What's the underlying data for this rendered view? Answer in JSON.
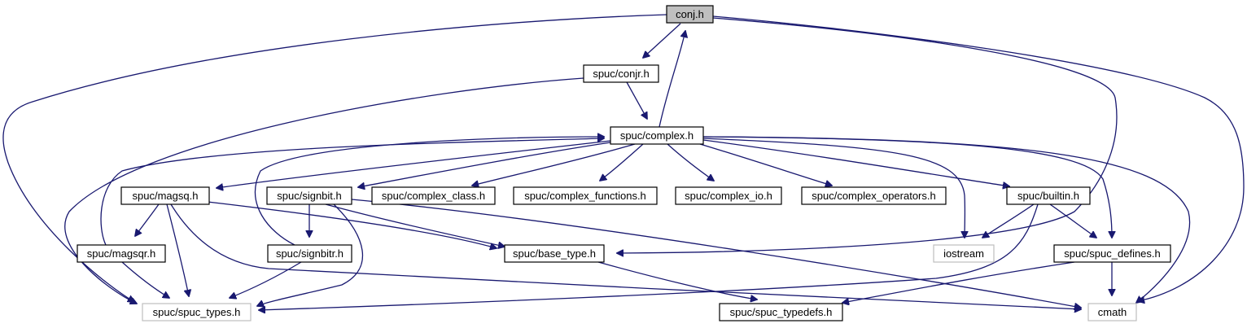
{
  "diagram": {
    "colors": {
      "edge": "#191970",
      "root_fill": "#bfbfbf",
      "node_border": "#000000",
      "external_border": "#bfbfbf",
      "background": "#ffffff"
    },
    "nodes": [
      {
        "id": "conj",
        "label": "conj.h",
        "kind": "root"
      },
      {
        "id": "conjr",
        "label": "spuc/conjr.h",
        "kind": "internal"
      },
      {
        "id": "complex",
        "label": "spuc/complex.h",
        "kind": "internal"
      },
      {
        "id": "magsq",
        "label": "spuc/magsq.h",
        "kind": "internal"
      },
      {
        "id": "signbit",
        "label": "spuc/signbit.h",
        "kind": "internal"
      },
      {
        "id": "complex_class",
        "label": "spuc/complex_class.h",
        "kind": "internal"
      },
      {
        "id": "complex_functions",
        "label": "spuc/complex_functions.h",
        "kind": "internal"
      },
      {
        "id": "complex_io",
        "label": "spuc/complex_io.h",
        "kind": "internal"
      },
      {
        "id": "complex_operators",
        "label": "spuc/complex_operators.h",
        "kind": "internal"
      },
      {
        "id": "builtin",
        "label": "spuc/builtin.h",
        "kind": "internal"
      },
      {
        "id": "magsqr",
        "label": "spuc/magsqr.h",
        "kind": "internal"
      },
      {
        "id": "signbitr",
        "label": "spuc/signbitr.h",
        "kind": "internal"
      },
      {
        "id": "base_type",
        "label": "spuc/base_type.h",
        "kind": "internal"
      },
      {
        "id": "iostream",
        "label": "iostream",
        "kind": "external"
      },
      {
        "id": "spuc_defines",
        "label": "spuc/spuc_defines.h",
        "kind": "internal"
      },
      {
        "id": "spuc_types",
        "label": "spuc/spuc_types.h",
        "kind": "external"
      },
      {
        "id": "spuc_typedefs",
        "label": "spuc/spuc_typedefs.h",
        "kind": "internal"
      },
      {
        "id": "cmath",
        "label": "cmath",
        "kind": "external"
      }
    ],
    "edges": [
      {
        "from": "conj",
        "to": "conjr"
      },
      {
        "from": "conj",
        "to": "spuc_types"
      },
      {
        "from": "conj",
        "to": "cmath"
      },
      {
        "from": "conj",
        "to": "base_type"
      },
      {
        "from": "conjr",
        "to": "complex"
      },
      {
        "from": "conjr",
        "to": "spuc_types"
      },
      {
        "from": "complex",
        "to": "conj"
      },
      {
        "from": "complex",
        "to": "magsq"
      },
      {
        "from": "complex",
        "to": "signbit"
      },
      {
        "from": "complex",
        "to": "complex_class"
      },
      {
        "from": "complex",
        "to": "complex_functions"
      },
      {
        "from": "complex",
        "to": "complex_io"
      },
      {
        "from": "complex",
        "to": "complex_operators"
      },
      {
        "from": "complex",
        "to": "builtin"
      },
      {
        "from": "complex",
        "to": "iostream"
      },
      {
        "from": "complex",
        "to": "spuc_defines"
      },
      {
        "from": "complex",
        "to": "cmath"
      },
      {
        "from": "magsqr",
        "to": "complex"
      },
      {
        "from": "signbitr",
        "to": "complex"
      },
      {
        "from": "magsq",
        "to": "magsqr"
      },
      {
        "from": "magsq",
        "to": "spuc_types"
      },
      {
        "from": "magsq",
        "to": "base_type"
      },
      {
        "from": "magsq",
        "to": "cmath"
      },
      {
        "from": "signbit",
        "to": "signbitr"
      },
      {
        "from": "signbit",
        "to": "base_type"
      },
      {
        "from": "signbit",
        "to": "spuc_types"
      },
      {
        "from": "signbit",
        "to": "cmath"
      },
      {
        "from": "builtin",
        "to": "iostream"
      },
      {
        "from": "builtin",
        "to": "spuc_defines"
      },
      {
        "from": "builtin",
        "to": "spuc_types"
      },
      {
        "from": "magsqr",
        "to": "spuc_types"
      },
      {
        "from": "signbitr",
        "to": "spuc_types"
      },
      {
        "from": "base_type",
        "to": "spuc_typedefs"
      },
      {
        "from": "spuc_defines",
        "to": "spuc_typedefs"
      },
      {
        "from": "spuc_defines",
        "to": "cmath"
      }
    ]
  }
}
